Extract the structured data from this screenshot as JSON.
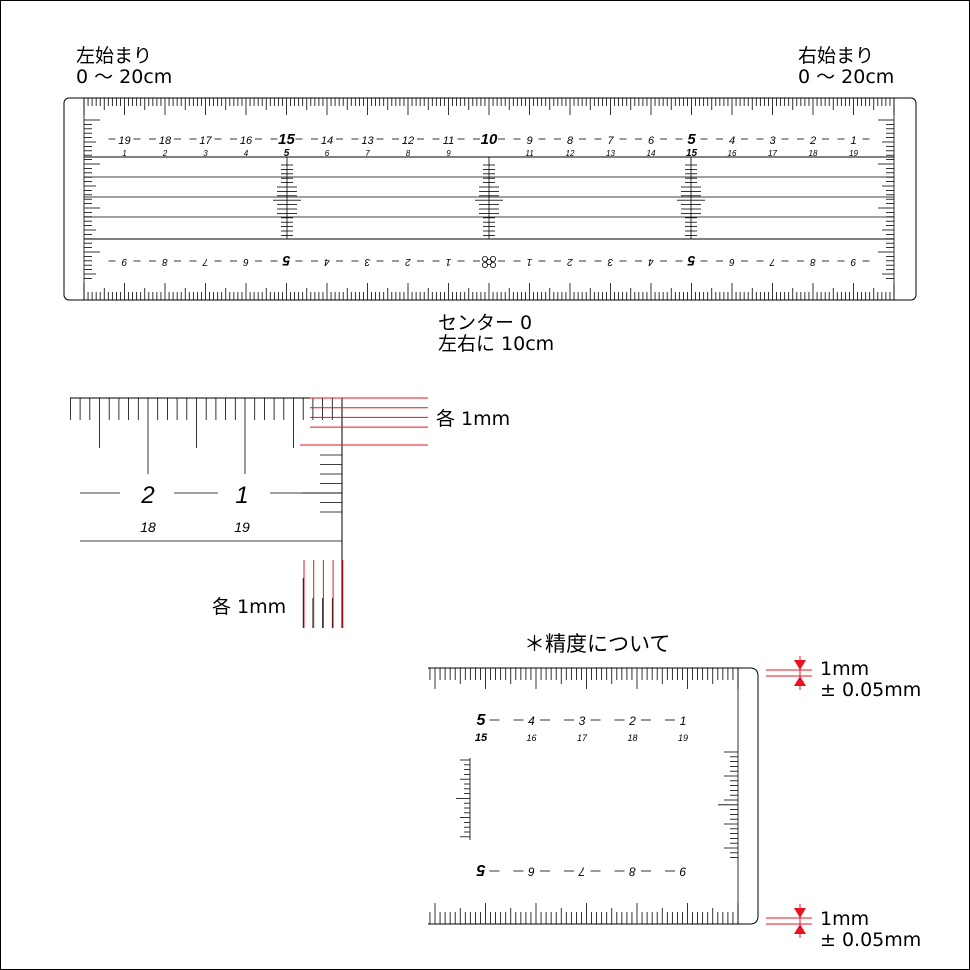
{
  "top_ruler": {
    "left_start": {
      "line1": "左始まり",
      "line2": "0 〜 20cm"
    },
    "right_start": {
      "line1": "右始まり",
      "line2": "0 〜 20cm"
    },
    "center_label": {
      "line1": "センター 0",
      "line2": "左右に 10cm"
    },
    "upper_major": [
      "19",
      "18",
      "17",
      "16",
      "15",
      "14",
      "13",
      "12",
      "11",
      "10",
      "9",
      "8",
      "7",
      "6",
      "5",
      "4",
      "3",
      "2",
      "1"
    ],
    "upper_minor": [
      "1",
      "2",
      "3",
      "4",
      "5",
      "6",
      "7",
      "8",
      "9",
      "",
      "11",
      "12",
      "13",
      "14",
      "15",
      "16",
      "17",
      "18",
      "19"
    ],
    "lower_center": [
      "9",
      "8",
      "7",
      "6",
      "5",
      "4",
      "3",
      "2",
      "1",
      "",
      "1",
      "2",
      "3",
      "4",
      "5",
      "6",
      "7",
      "8",
      "9"
    ]
  },
  "detail_each_mm": {
    "labels_major": [
      "2",
      "1"
    ],
    "labels_minor": [
      "18",
      "19"
    ],
    "note_top": "各 1mm",
    "note_bottom": "各 1mm"
  },
  "accuracy": {
    "title": "＊精度について",
    "upper_major": [
      "5",
      "4",
      "3",
      "2",
      "1"
    ],
    "upper_minor": [
      "15",
      "16",
      "17",
      "18",
      "19"
    ],
    "lower_center": [
      "5",
      "6",
      "7",
      "8",
      "9"
    ],
    "note_top": {
      "line1": "1mm",
      "line2": "± 0.05mm"
    },
    "note_bottom": {
      "line1": "1mm",
      "line2": "± 0.05mm"
    }
  }
}
